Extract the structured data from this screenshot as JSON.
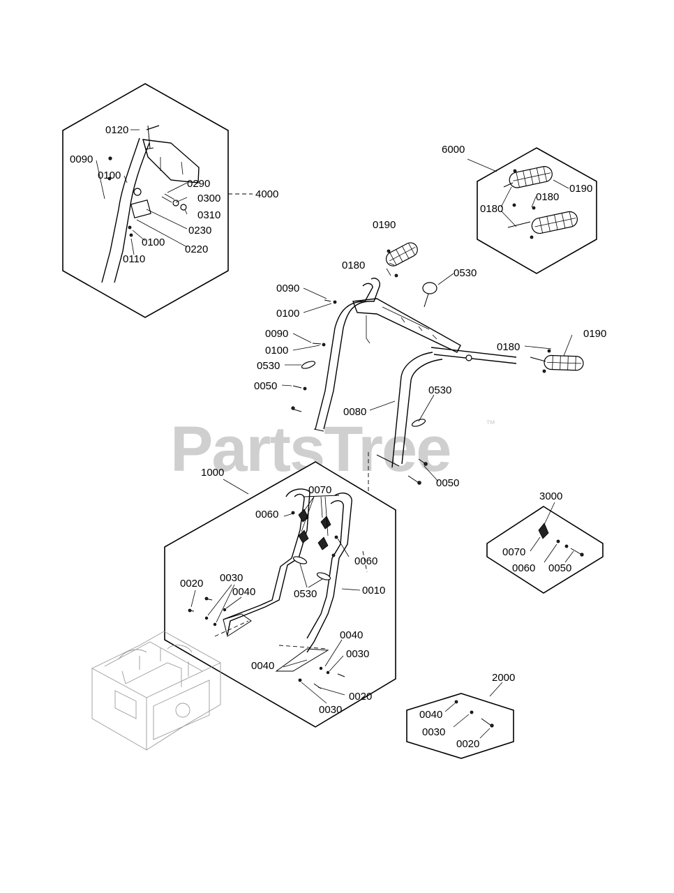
{
  "watermark": {
    "brand": "PartsTree",
    "trademark": "™"
  },
  "callouts": {
    "c0120": "0120",
    "c0090a": "0090",
    "c0100a": "0100",
    "c0290": "0290",
    "c0300": "0300",
    "c0310": "0310",
    "c0230": "0230",
    "c0100b": "0100",
    "c0220": "0220",
    "c0110": "0110",
    "c4000": "4000",
    "c6000": "6000",
    "c0190a": "0190",
    "c0180a": "0180",
    "c0180b": "0180",
    "c0190b": "0190",
    "c0180c": "0180",
    "c0530a": "0530",
    "c0090b": "0090",
    "c0100c": "0100",
    "c0090c": "0090",
    "c0100d": "0100",
    "c0530b": "0530",
    "c0050a": "0050",
    "c0180d": "0180",
    "c0190c": "0190",
    "c0530c": "0530",
    "c0080": "0080",
    "c0050b": "0050",
    "c1000": "1000",
    "c0070a": "0070",
    "c0060a": "0060",
    "c0060b": "0060",
    "c0530d": "0530",
    "c0010": "0010",
    "c0020a": "0020",
    "c0030a": "0030",
    "c0040a": "0040",
    "c0040b": "0040",
    "c0030b": "0030",
    "c0040c": "0040",
    "c0020b": "0020",
    "c0030c": "0030",
    "c3000": "3000",
    "c0070b": "0070",
    "c0060c": "0060",
    "c0050c": "0050",
    "c2000": "2000",
    "c0040d": "0040",
    "c0030d": "0030",
    "c0020c": "0020"
  }
}
